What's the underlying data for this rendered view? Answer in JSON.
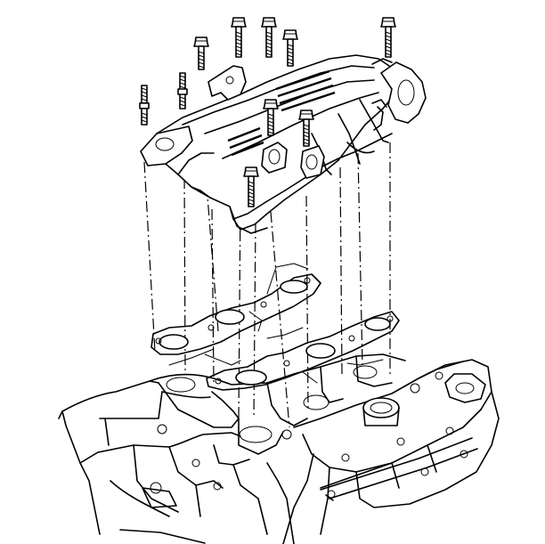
{
  "diagram": {
    "parts": [
      "upper-intake-manifold",
      "manifold-bolts",
      "manifold-studs",
      "intake-gaskets",
      "lower-intake-manifold",
      "cylinder-head",
      "valve-cover"
    ],
    "line_color": "#000000",
    "background": "#ffffff"
  }
}
